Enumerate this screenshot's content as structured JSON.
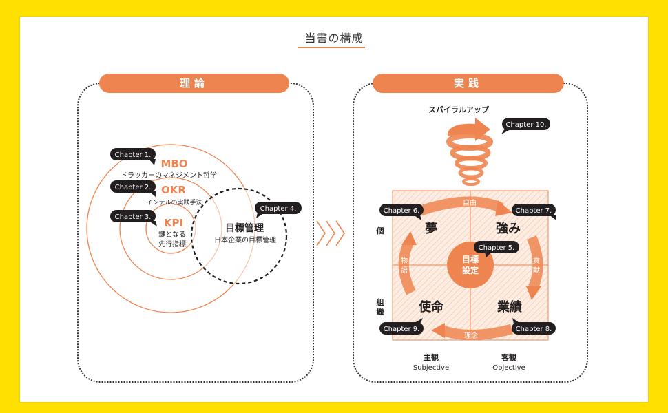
{
  "page": {
    "title": "当書の構成"
  },
  "theory": {
    "heading": "理論",
    "circles": [
      {
        "chapter": "Chapter 1.",
        "abbr": "MBO",
        "desc": "ドラッカーのマネジメント哲学"
      },
      {
        "chapter": "Chapter 2.",
        "abbr": "OKR",
        "desc": "インテルの実践手法"
      },
      {
        "chapter": "Chapter 3.",
        "abbr": "KPI",
        "desc_line1": "鍵となる",
        "desc_line2": "先行指標"
      }
    ],
    "goal_mgmt": {
      "chapter": "Chapter 4.",
      "title": "目標管理",
      "desc": "日本企業の目標管理"
    }
  },
  "practice": {
    "heading": "実践",
    "spiral": {
      "label": "スパイラルアップ",
      "chapter": "Chapter 10."
    },
    "center": {
      "chapter": "Chapter 5.",
      "line1": "目標",
      "line2": "設定"
    },
    "quadrants": {
      "top_left": {
        "chapter": "Chapter 6.",
        "label": "夢"
      },
      "top_right": {
        "chapter": "Chapter 7.",
        "label": "強み"
      },
      "bottom_right": {
        "chapter": "Chapter 8.",
        "label": "業績"
      },
      "bottom_left": {
        "chapter": "Chapter 9.",
        "label": "使命"
      }
    },
    "arrows": {
      "top": "自由",
      "right_1": "貢",
      "right_2": "献",
      "bottom": "理念",
      "left_1": "物",
      "left_2": "語"
    },
    "axis": {
      "y_top": "個",
      "y_bottom_1": "組",
      "y_bottom_2": "織",
      "x_left_jp": "主観",
      "x_left_en": "Subjective",
      "x_right_jp": "客観",
      "x_right_en": "Objective"
    }
  },
  "colors": {
    "accent": "#EE8550",
    "accent_light": "#FBE3D4",
    "dark": "#231F20",
    "background": "#FFE000"
  }
}
